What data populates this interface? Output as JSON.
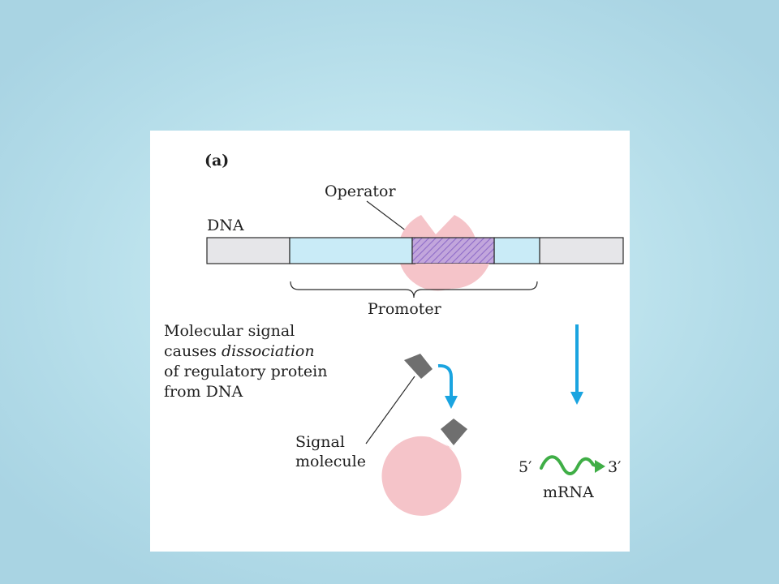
{
  "figure": {
    "panel_label": "(a)",
    "labels": {
      "operator": "Operator",
      "dna": "DNA",
      "promoter": "Promoter",
      "caption_line1": "Molecular signal",
      "caption_line2_prefix": "causes ",
      "caption_line2_italic": "dissociation",
      "caption_line3": "of regulatory protein",
      "caption_line4": "from DNA",
      "signal_line1": "Signal",
      "signal_line2": "molecule",
      "five_prime": "5′",
      "three_prime": "3′",
      "mrna": "mRNA"
    }
  },
  "colors": {
    "dna_gray": "#e6e6e9",
    "promoter_blue": "#c9ebf7",
    "protein_pink": "#f5c4c9",
    "hatch_purple": "#8f6dc9",
    "signal_gray": "#6f6f6f",
    "arrow_blue": "#1aa4e0",
    "mrna_green": "#3fae46",
    "outline": "#2a2a2a"
  }
}
